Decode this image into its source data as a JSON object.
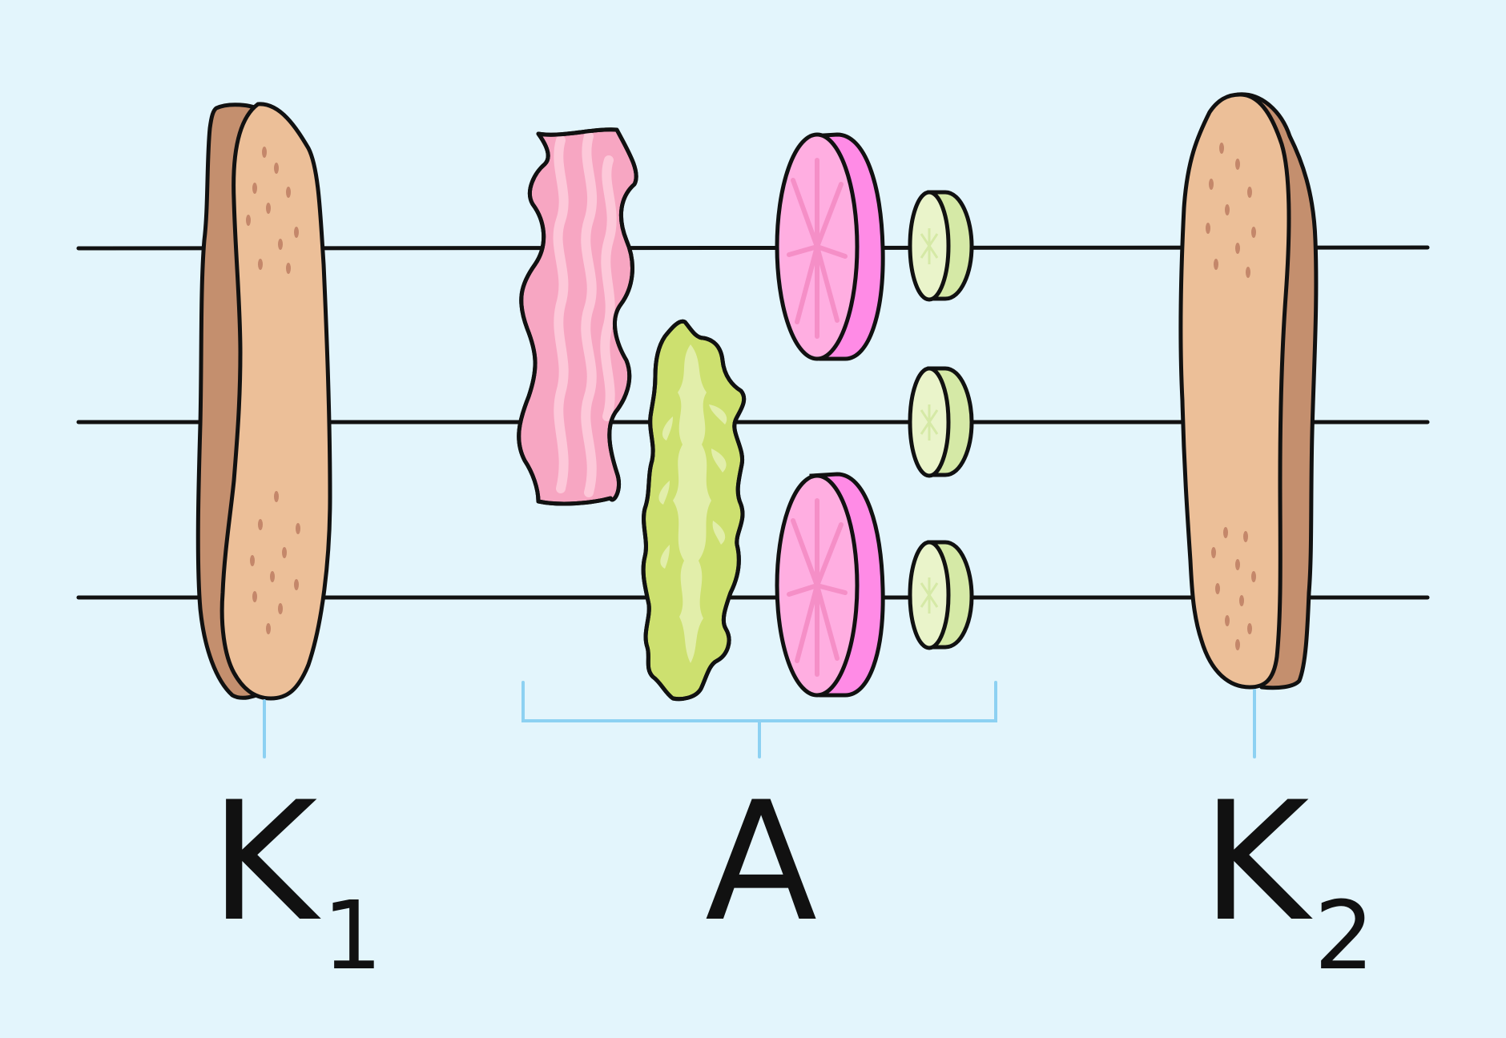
{
  "colors": {
    "background": "#e3f5fc",
    "outline": "#111111",
    "bread_side": "#c48f6e",
    "bread_face": "#ecbf98",
    "bread_dots": "#c4876a",
    "bacon_base": "#f7a6c2",
    "bacon_stripe": "#fdc8d9",
    "lettuce_base": "#cde06f",
    "lettuce_light": "#e2eeaa",
    "radish_side": "#ff8be6",
    "radish_face": "#ffaee1",
    "radish_lines": "#f58fc7",
    "cucumber_side": "#d5e9a6",
    "cucumber_face": "#eaf4ca",
    "bracket": "#8dd1f2"
  },
  "skewer_count": 3,
  "labels": {
    "left": {
      "text": "K",
      "subscript": "1"
    },
    "middle": {
      "text": "A"
    },
    "right": {
      "text": "K",
      "subscript": "2"
    }
  }
}
